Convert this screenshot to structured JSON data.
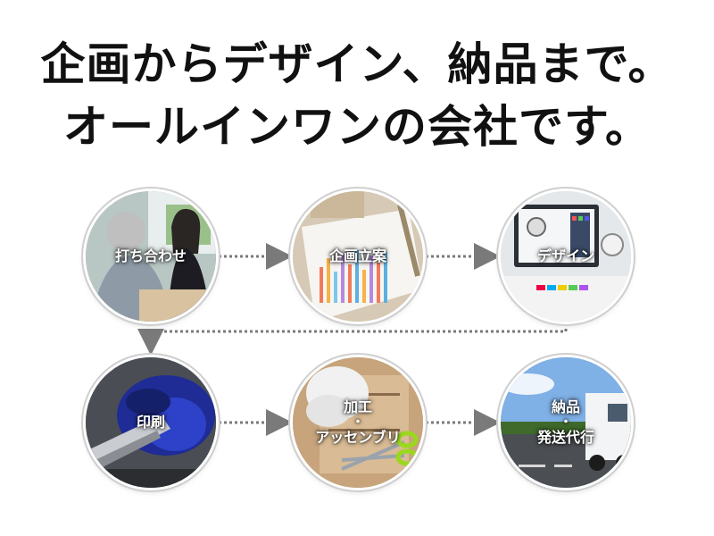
{
  "headline": {
    "line1": "企画からデザイン、納品まで。",
    "line2": "オールインワンの会社です。"
  },
  "steps": [
    {
      "label": "打ち合わせ"
    },
    {
      "label": "企画立案"
    },
    {
      "label": "デザイン"
    },
    {
      "label": "印刷"
    },
    {
      "label_line1": "加工",
      "separator": "・",
      "label_line2": "アッセンブリ"
    },
    {
      "label_line1": "納品",
      "separator": "・",
      "label_line2": "発送代行"
    }
  ],
  "colors": {
    "headline_text": "#111111",
    "connector": "#7a7a7a",
    "label_text": "#ffffff"
  }
}
